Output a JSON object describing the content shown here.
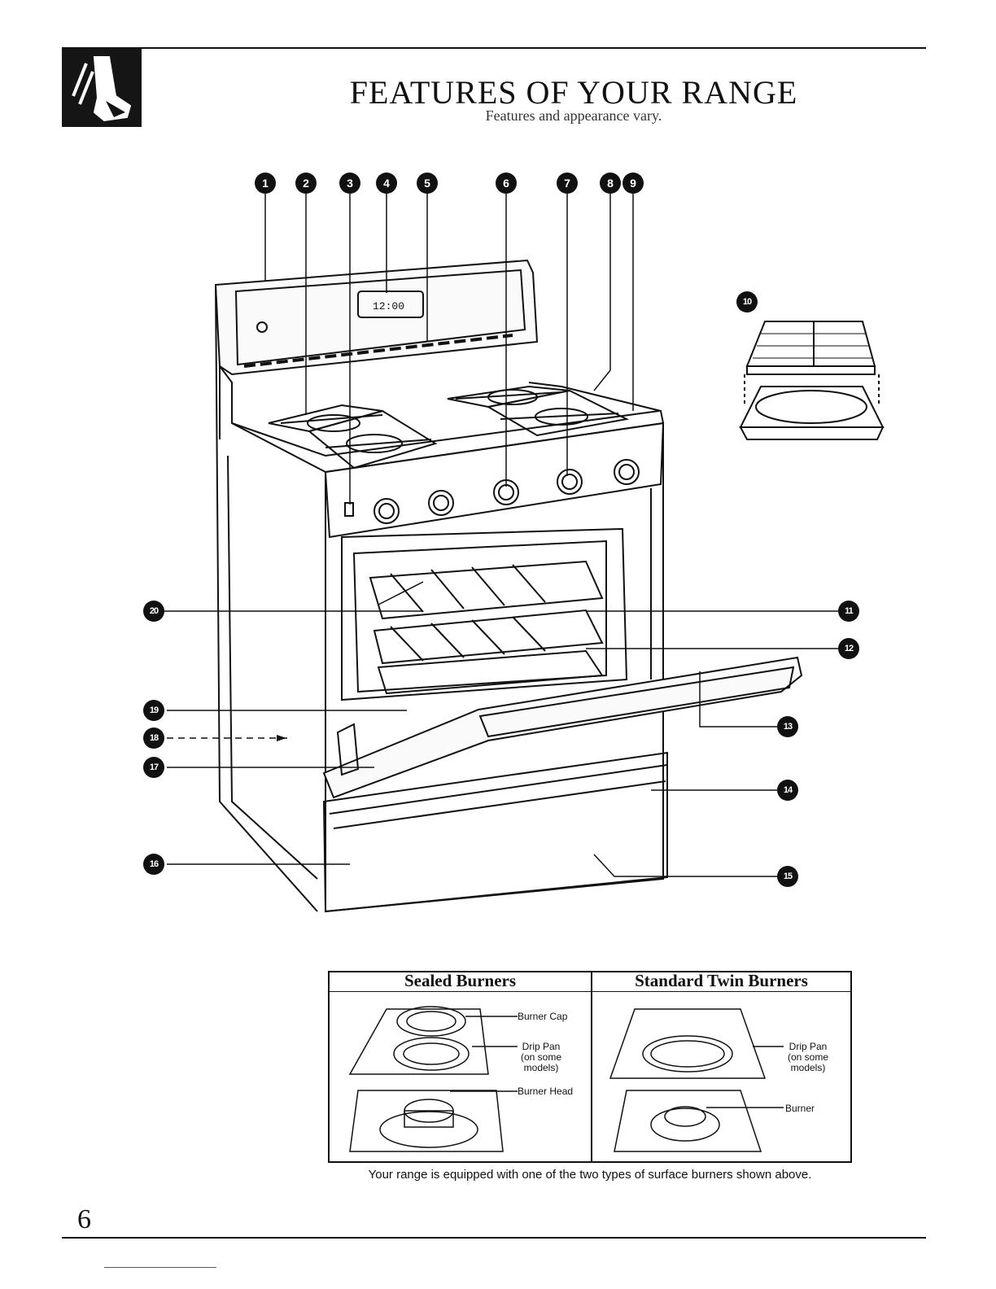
{
  "header": {
    "title": "FEATURES OF YOUR RANGE",
    "subtitle": "Features and appearance vary."
  },
  "callouts": [
    "1",
    "2",
    "3",
    "4",
    "5",
    "6",
    "7",
    "8",
    "9",
    "10",
    "11",
    "12",
    "13",
    "14",
    "15",
    "16",
    "17",
    "18",
    "19",
    "20"
  ],
  "clock_display": "12:00",
  "burners": {
    "sealed": {
      "title": "Sealed Burners",
      "labels": {
        "cap": "Burner Cap",
        "drip": "Drip Pan\n(on some\nmodels)",
        "head": "Burner Head"
      }
    },
    "twin": {
      "title": "Standard Twin Burners",
      "labels": {
        "drip": "Drip Pan\n(on some\nmodels)",
        "burner": "Burner"
      }
    }
  },
  "caption": "Your range is equipped with one of the two types of surface burners shown above.",
  "page_number": "6",
  "colors": {
    "ink": "#111111",
    "paper": "#ffffff",
    "link": "#3355cc"
  }
}
